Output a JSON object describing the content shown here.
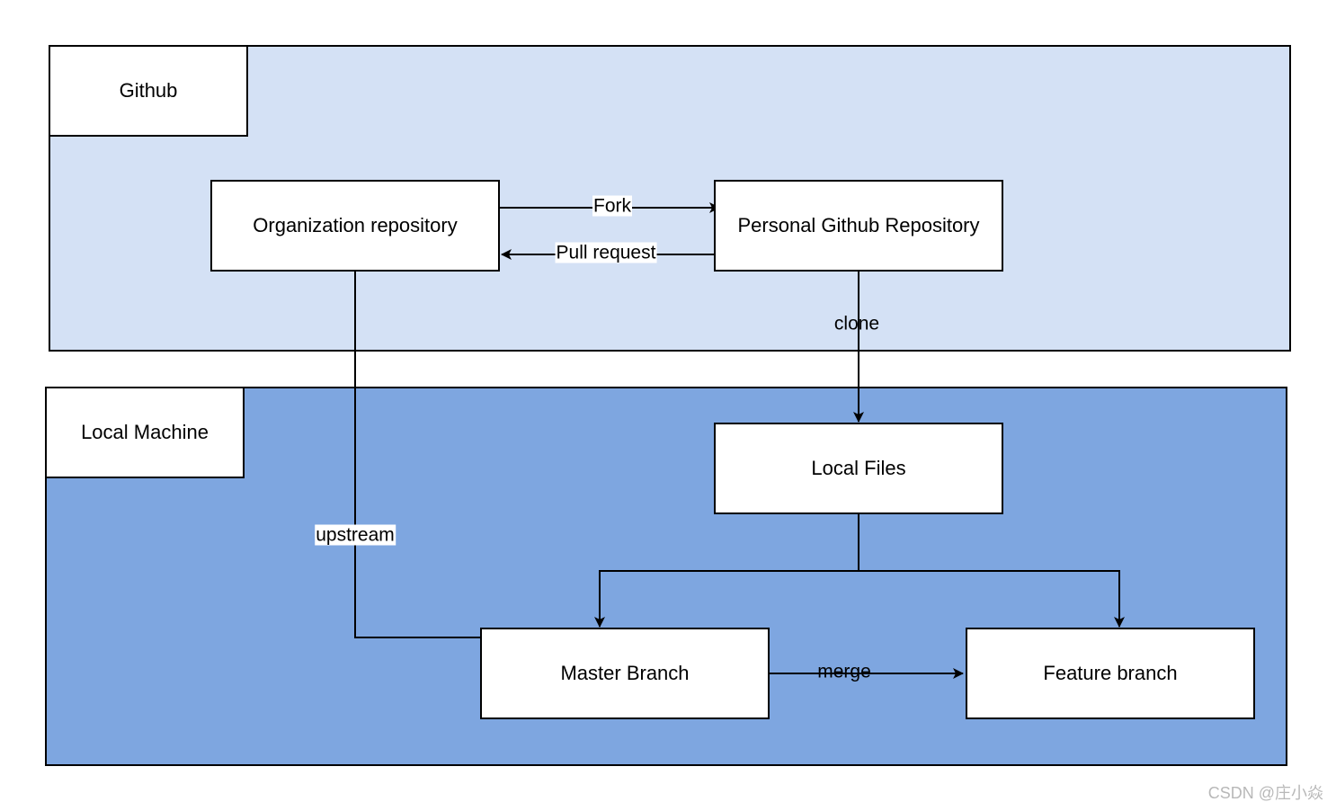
{
  "colors": {
    "github_zone_fill": "#d4e1f5",
    "local_zone_fill": "#7ea6e0",
    "node_fill": "#ffffff",
    "stroke": "#000000"
  },
  "zones": {
    "github": {
      "label": "Github"
    },
    "local": {
      "label": "Local Machine"
    }
  },
  "nodes": {
    "org": "Organization repository",
    "personal": "Personal Github Repository",
    "local_files": "Local Files",
    "master": "Master Branch",
    "feature": "Feature branch"
  },
  "edges": {
    "fork": "Fork",
    "pull_request": "Pull request",
    "clone": "clone",
    "upstream": "upstream",
    "merge": "merge"
  },
  "watermark": "CSDN @庄小焱"
}
